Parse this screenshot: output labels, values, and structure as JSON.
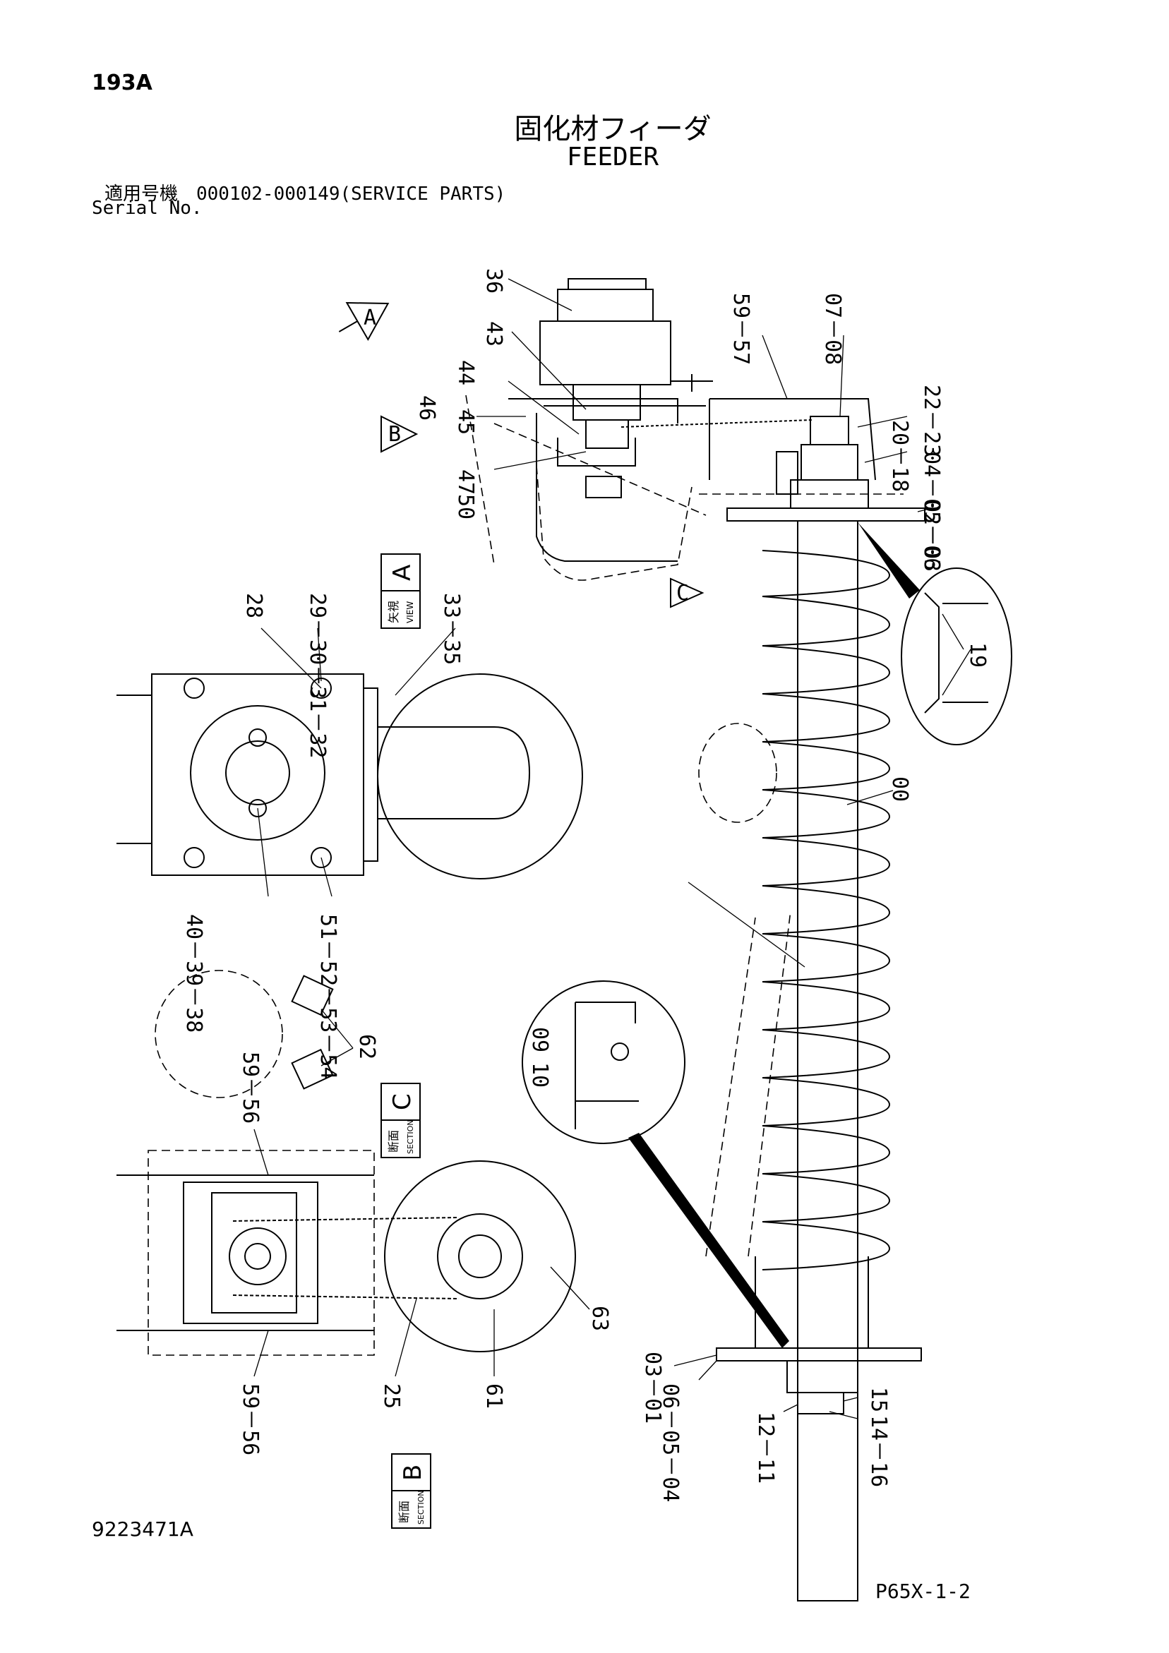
{
  "header": {
    "page_number": "193A",
    "title_jp": "固化材フィーダ",
    "title_en": "FEEDER",
    "serial_jp": "適用号機　000102-000149(SERVICE PARTS)",
    "serial_en": "Serial No."
  },
  "footer": {
    "drawing_number": "9223471A",
    "sheet_ref": "P65X-1-2"
  },
  "views": {
    "view_a": {
      "jp": "矢視",
      "en": "VIEW",
      "letter": "A"
    },
    "section_b": {
      "jp": "断面",
      "en": "SECTION",
      "letter": "B"
    },
    "section_c": {
      "jp": "断面",
      "en": "SECTION",
      "letter": "C"
    },
    "marker_a": "A",
    "marker_b": "B",
    "marker_c": "C"
  },
  "callouts": {
    "c36": "36",
    "c43": "43",
    "c44": "44",
    "c45": "45",
    "c46": "46",
    "c47": "47",
    "c50": "50",
    "c59_57": "59－57",
    "c07_08": "07－08",
    "c22_23": "22－23",
    "c20_18": "20－18",
    "c04_05_06_top": "04－05－06",
    "c02_03": "02－03",
    "c19": "19",
    "c00": "00",
    "c28": "28",
    "c29_32": "29－30－31－32",
    "c33_35": "33－35",
    "c40_38": "40－39－38",
    "c51_54": "51－52－53－54",
    "c62": "62",
    "c09": "09",
    "c10": "10",
    "c59_56_top": "59－56",
    "c59_56_bottom": "59－56",
    "c25": "25",
    "c61": "61",
    "c63": "63",
    "c03_01": "03－01",
    "c06_04": "06－05－04",
    "c15": "15",
    "c12_11": "12－11",
    "c14_16": "14－16"
  }
}
